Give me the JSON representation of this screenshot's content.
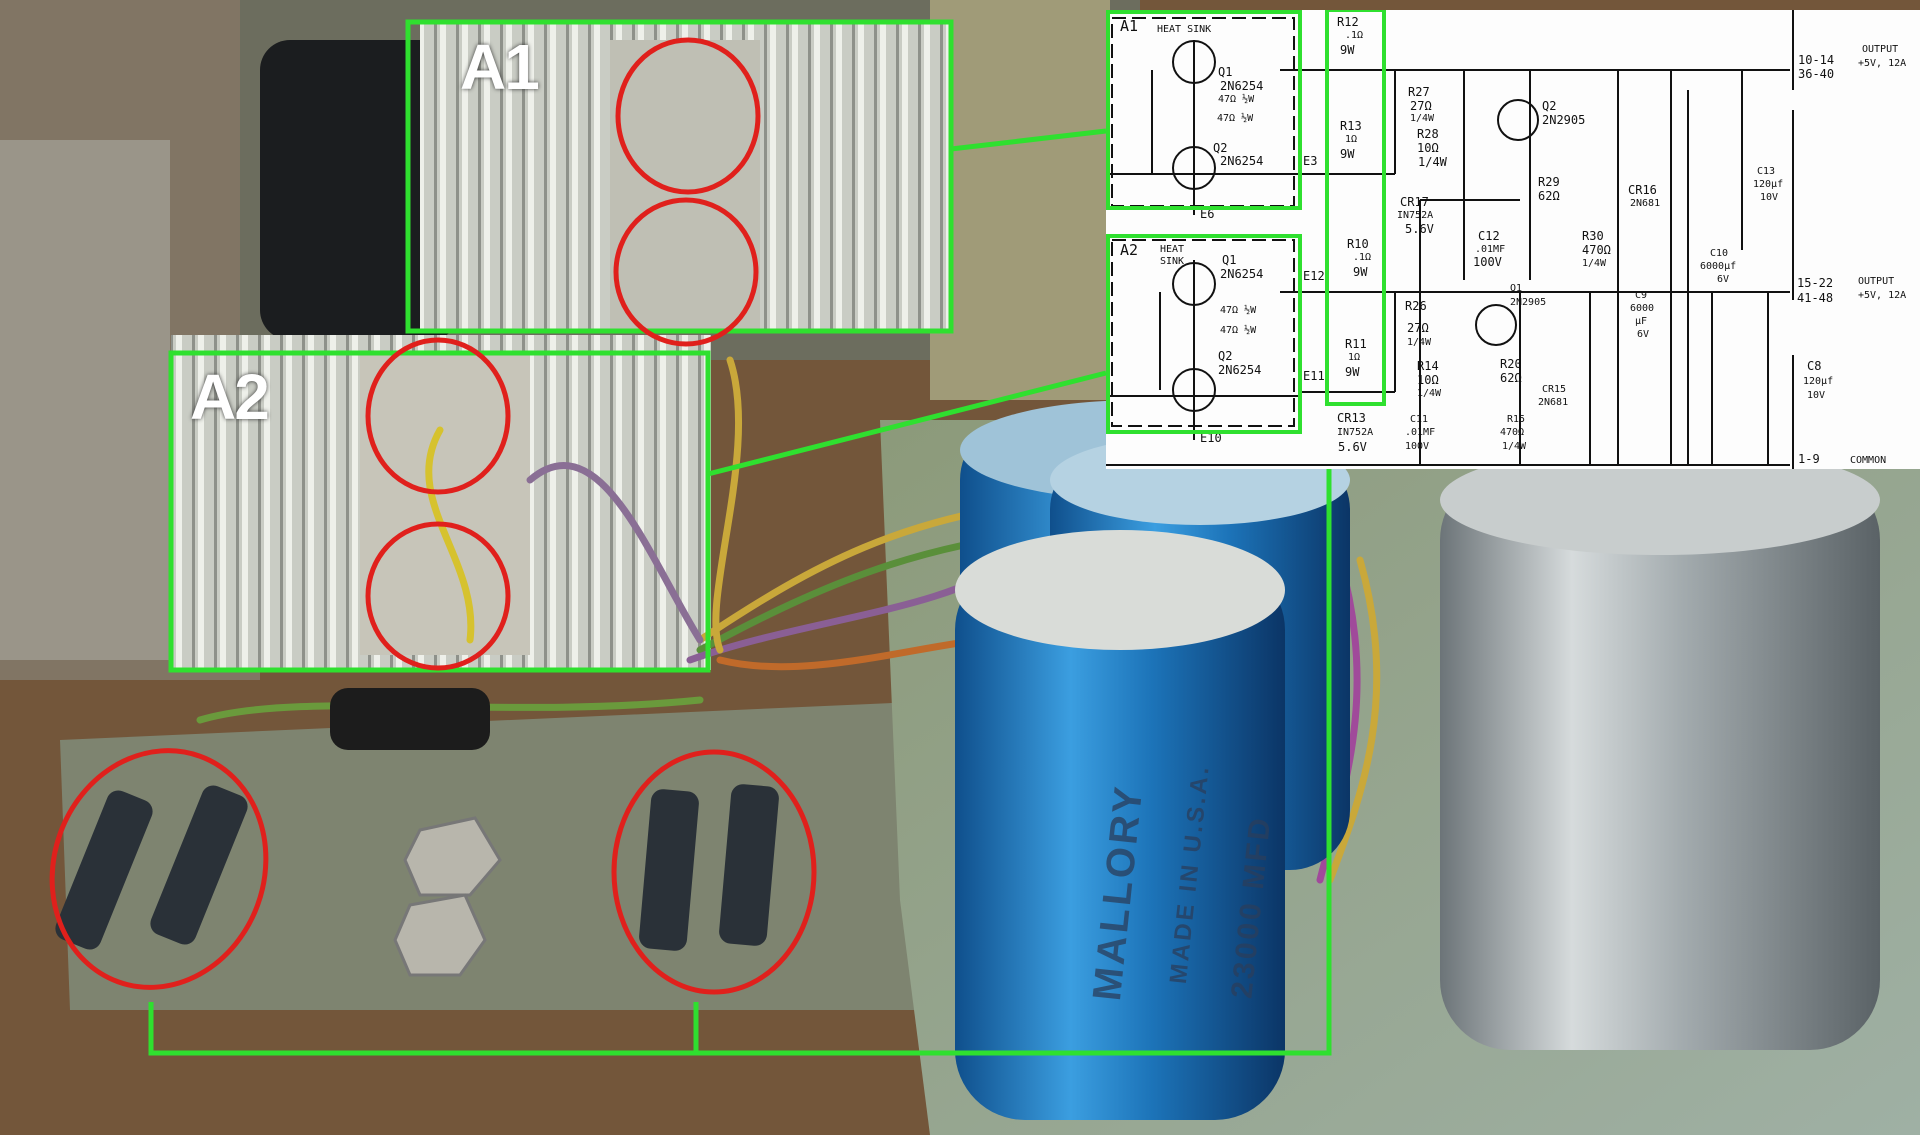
{
  "annotations": {
    "a1_label": "A1",
    "a2_label": "A2",
    "highlight_color": "#2fe02f",
    "circle_color": "#e0201c"
  },
  "photo": {
    "capacitor_brand": "MALLORY",
    "capacitor_made_in": "MADE IN U.S.A.",
    "capacitor_value": "23000 MFD"
  },
  "schematic": {
    "a1": {
      "box": "A1",
      "title": "HEAT SINK",
      "q1": "Q1",
      "q1_part": "2N6254",
      "r_a": "47Ω ½W",
      "r_b": "47Ω ½W",
      "q2": "Q2",
      "q2_part": "2N6254",
      "e3": "E3",
      "e6": "E6"
    },
    "a2": {
      "box": "A2",
      "title": "HEAT SINK",
      "q1": "Q1",
      "q1_part": "2N6254",
      "r_a": "47Ω ½W",
      "r_b": "47Ω ½W",
      "q2": "Q2",
      "q2_part": "2N6254",
      "e12": "E12",
      "e11": "E11",
      "e10": "E10"
    },
    "r12": {
      "name": "R12",
      "value": ".1Ω",
      "power": "9W"
    },
    "r13": {
      "name": "R13",
      "value": "1Ω",
      "power": "9W"
    },
    "r10": {
      "name": "R10",
      "value": ".1Ω",
      "power": "9W"
    },
    "r11": {
      "name": "R11",
      "value": "1Ω",
      "power": "9W"
    },
    "r27": {
      "name": "R27",
      "value": "27Ω",
      "power": "1/4W"
    },
    "r28": {
      "name": "R28",
      "value": "10Ω",
      "power": "1/4W"
    },
    "q2": {
      "name": "Q2",
      "part": "2N2905"
    },
    "cr17": {
      "name": "CR17",
      "part": "IN752A",
      "value": "5.6V"
    },
    "c12": {
      "name": "C12",
      "value": ".01MF",
      "voltage": "100V"
    },
    "r29": {
      "name": "R29",
      "value": "62Ω"
    },
    "cr16": {
      "name": "CR16",
      "part": "2N681"
    },
    "r30": {
      "name": "R30",
      "value": "470Ω",
      "power": "1/4W"
    },
    "c13": {
      "name": "C13",
      "value": "120µf",
      "voltage": "10V"
    },
    "c10": {
      "name": "C10",
      "value": "6000µf",
      "voltage": "6V"
    },
    "c9": {
      "name": "C9",
      "value": "6000",
      "unit": "µF",
      "voltage": "6V"
    },
    "c8": {
      "name": "C8",
      "value": "120µf",
      "voltage": "10V"
    },
    "q1": {
      "name": "Q1",
      "part": "2N2905"
    },
    "r26": {
      "name": "R26",
      "value": "27Ω",
      "power": "1/4W"
    },
    "r14": {
      "name": "R14",
      "value": "10Ω",
      "power": "1/4W"
    },
    "r20": {
      "name": "R20",
      "value": "62Ω"
    },
    "cr15": {
      "name": "CR15",
      "part": "2N681"
    },
    "cr13": {
      "name": "CR13",
      "part": "IN752A",
      "value": "5.6V"
    },
    "c11": {
      "name": "C11",
      "value": ".01MF",
      "voltage": "100V"
    },
    "r15": {
      "name": "R15",
      "value": "470Ω",
      "power": "1/4W"
    },
    "out1": {
      "pins_a": "10-14",
      "pins_b": "36-40",
      "label": "OUTPUT",
      "spec": "+5V, 12A"
    },
    "out2": {
      "pins_a": "15-22",
      "pins_b": "41-48",
      "label": "OUTPUT",
      "spec": "+5V, 12A"
    },
    "common": {
      "pins": "1-9",
      "label": "COMMON"
    }
  }
}
